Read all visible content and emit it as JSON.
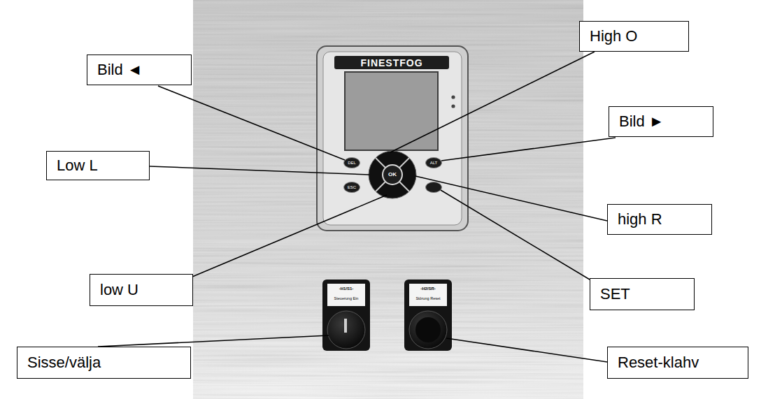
{
  "diagram": {
    "nodes": [
      {
        "text": [
          "High O"
        ]
      },
      {
        "text": [
          "Bild ◄"
        ]
      },
      {
        "text": [
          "Bild ►"
        ]
      },
      {
        "text": [
          "Low L"
        ]
      },
      {
        "text": [
          "high R"
        ]
      },
      {
        "text": [
          "low U"
        ]
      },
      {
        "text": [
          "SET"
        ]
      },
      {
        "text": [
          "Sisse/välja"
        ]
      },
      {
        "text": [
          "Reset-klahv"
        ]
      }
    ],
    "labels": [
      "FINESTFOG",
      "DEL",
      "ALT",
      "ESC",
      "OK",
      "-H1/S1-",
      "Steuerung Ein",
      "-H2/SR-",
      "Störung Reset"
    ]
  }
}
